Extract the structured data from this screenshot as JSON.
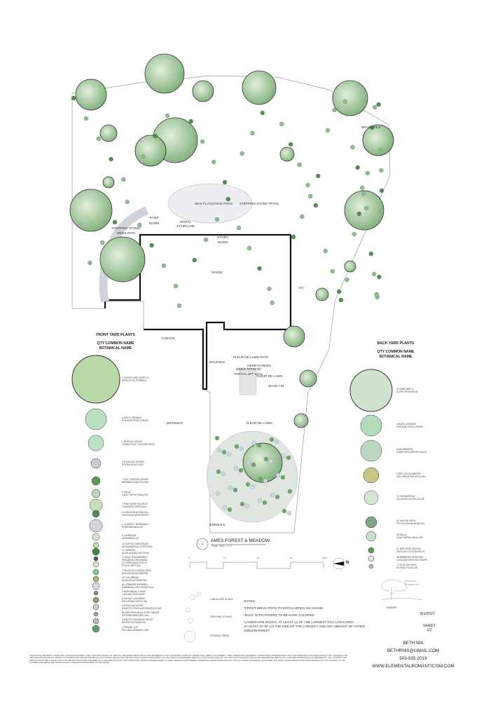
{
  "plan_labels": {
    "house": "HOUSE",
    "garage": "GARAGE",
    "driveway": "DRIVEWAY",
    "walkway": "WALKWAY",
    "sidewalk": "SIDEWALK",
    "patio": "NEW FLAGSTONE PATIO",
    "stepping_paths": "STEPPING STONE PATHS",
    "ramp": "RAMP",
    "ramp2": "DOWN",
    "stepping_moss": "STEPPING STONE/",
    "stepping_moss2": "MOSS PATH",
    "spiral": "SPIRAL",
    "spiral2": "STAIRCASE",
    "stairs": "STAIRS",
    "stairs2": "DOWN",
    "ac": "A/C",
    "brush": "BRUSH PILE",
    "fleur_path": "FLEUR DE LAWN PATH",
    "herb": "HERB GARDEN",
    "fleur1": "FLEUR DE LAWN",
    "quan_yin": "QUAN YIN",
    "brick_patio": "BRICK PATIO W/",
    "brick_patio2": "PARTIAL 3FT WALL",
    "fleur2": "FLEUR DE LAWN"
  },
  "front_yard": {
    "title": "FRONT YARD PLANTS",
    "subtitle1": "QTY  COMMON NAME",
    "subtitle2": "BOTANICAL NAME",
    "items": [
      {
        "common": "1  PACIFIC WAX MYRTLE",
        "botanical": "MYRICA CALIFORNICA",
        "color": "#b9d8a8"
      },
      {
        "common": "1  MOCK ORANGE",
        "botanical": "PHILADELPHUS LEWISII",
        "color": "#b8dfc0"
      },
      {
        "common": "1  BLUE BLOSSOM",
        "botanical": "CEANOTHUS THYRSIFLORUS",
        "color": "#bfe0c4"
      },
      {
        "common": "5  DOUGLAS SPIREA",
        "botanical": "SPIREA DOUGLASII",
        "color": "#c8ccd8"
      },
      {
        "common": "7  TALL OREGON GRAPE",
        "botanical": "BERBERIS AQUIFOLIUM",
        "color": "#5f9a58"
      },
      {
        "common": "5  SALAL",
        "botanical": "GAULTHERIA SHALLON",
        "color": "#b6d7bb"
      },
      {
        "common": "1  PINK HONEYSUCKLE",
        "botanical": "LONICERA HISPIDULA",
        "color": "#c9dfb8"
      },
      {
        "common": "24  OREGON BOXWOOD",
        "botanical": "PAXISTIMA MYRSINITES",
        "color": "#4c8d5a"
      },
      {
        "common": "1  COMPACT ROSEMARY",
        "botanical": "ROSEMARINUS SP.",
        "color": "#d3d6e2"
      },
      {
        "common": "5  LAVENDAR",
        "botanical": "LAVENDULA SP.",
        "color": "#d9e8d4"
      },
      {
        "common": "24  TUFTED HAIRGRASS",
        "botanical": "DESCHAMPSIA CESPITOSA",
        "color": "#c9d6a8"
      },
      {
        "common": "21  YARROW",
        "botanical": "ACHILLEA MILLEFOLIUM",
        "color": "#3f8a3f"
      },
      {
        "common": "72  WILD STRAWBERRY",
        "botanical": "FRAGARIA VIRGINIANA",
        "color": "#555"
      },
      {
        "common": "15  SPREADING PHLOX",
        "botanical": "PHLOX DIFFUSA",
        "color": "#d8e2cf"
      },
      {
        "common": "3  FALSE SOLOMONS SEAL",
        "botanical": "SMILACINA RACEMOSA",
        "color": "#8fc58f"
      },
      {
        "common": "34  COLUMBINE",
        "botanical": "AQUILEGIA FORMOSA",
        "color": "#a9b57a"
      },
      {
        "common": "84  COMMON HAREBELL",
        "botanical": "CAMPANULA ROTUNDIFOLIA",
        "color": "#d8dcea"
      },
      {
        "common": "8  RIVERBANK LUPINE",
        "botanical": "LUPINUS RIVULARIS",
        "color": "#8a8f8a"
      },
      {
        "common": "8  SHOWY MILKWEED",
        "botanical": "ASCLEPIAS SPECIOSA",
        "color": "#8ea36a"
      },
      {
        "common": "8  DOUGLAS ASTER",
        "botanical": "SYMPHYOTRICHUM SUBSPICATUM",
        "color": "#c5d3c5"
      },
      {
        "common": "86  WESTERN BLUE-EYED GRASS",
        "botanical": "SISYRINCHIUM BELLUM",
        "color": "#9aa89a"
      },
      {
        "common": "3  PACIFIC BLEEDING HEART",
        "botanical": "DICENTRA FORMOSA",
        "color": "#b5bcb5"
      },
      {
        "common": "3  FRINGE CUP",
        "botanical": "TELLIMA GRANDIFLORA",
        "color": "#5f9e6a"
      }
    ]
  },
  "back_yard": {
    "title": "BACK YARD PLANTS",
    "subtitle1": "QTY  COMMON NAME",
    "subtitle2": "BOTANICAL NAME",
    "items": [
      {
        "common": "10  VINE MAPLE",
        "botanical": "ACER CIRCINATUM",
        "color": "#cfe3cf"
      },
      {
        "common": "3  MOCK ORANGE",
        "botanical": "PHILADELPHUS LEWISII",
        "color": "#b3dcbc"
      },
      {
        "common": "6  SNOWBERRY",
        "botanical": "SYMPHORICARPOS ALBUS",
        "color": "#bcd8bc"
      },
      {
        "common": "6  RED HUCKLEBERRY",
        "botanical": "VACCINIUM PARVIFOLIUM",
        "color": "#c9c584"
      },
      {
        "common": "11  OCEANSPRAY",
        "botanical": "HOLODISCUS DISCOLOR",
        "color": "#d3e6d6"
      },
      {
        "common": "31  SWORD FERN",
        "botanical": "POLYSTICHUM MUNITUM",
        "color": "#7fa38a"
      },
      {
        "common": "28  SALAL",
        "botanical": "GAULTHERIA SHALLON",
        "color": "#c5e0cc"
      },
      {
        "common": "47  WESTERN FESCUE",
        "botanical": "FESTUCA OCCIDENTALIS",
        "color": "#5e9a4e"
      },
      {
        "common": "46  BERBERIS NERVOSA",
        "botanical": "CASCADE OREGON GRAPE",
        "color": "#d6e6e6"
      },
      {
        "common": "72  BLUE WILDRYE",
        "botanical": "ELYMUS GLAUCUS",
        "color": "#b4b8c4"
      }
    ]
  },
  "title_block": {
    "number": "1",
    "title": "AMES FOREST & MEADOW",
    "scale": "Scale: 3/16\" = 1'-0\"",
    "scale_ticks": [
      "0",
      "10",
      "20",
      "30",
      "40 FT"
    ],
    "north": "N"
  },
  "symbols": {
    "rocks": "LANDSCAPE ROCKS",
    "stepping": "STEPPING STONES",
    "trees": "EXISTING TREES"
  },
  "notes": {
    "heading": "NOTES:",
    "lines": [
      "*FRONT BRICK PATIO TO MATCH BRICK ON HOUSE",
      "*BACK PATIO PAVERS TO BE DARK COLORED",
      "*LANDSCAPE ROCKS: AT LEAST 12 OF THE LARGEST YOU CAN CARRY,",
      "AT LEAST 20 OF 1/3 THE SIZE OF THE LARGEST, AND ANY AMOUNT OF OTHER",
      "SIZES/INTEREST"
    ]
  },
  "logo": {
    "text1": "Elemental",
    "text2": "Romanticism"
  },
  "client": {
    "label": "CLIENT:",
    "date": "8/1/2021",
    "sheet": "SHEET",
    "sheet_num": "1/1",
    "name": "BETH NIX",
    "email": "BETHRNIX@GMAIL.COM",
    "phone": "503-935-2019",
    "website": "WWW.ELEMENTALROMANTICISM.COM"
  },
  "disclaimer": "THE EXISTING PROPERTY CONDITIONS, INCLUDING PROPERTY LINE LOCATIONS SHOWN ON THE PLAN, ARE APPROXIMATE AND DO NOT REPRESENT A FULLY-SURVEYED CONDITION. OWNER SHALL VERIFY ALL PROPERTY LINES, DIMENSIONS, EASEMENTS, AND EXISTING UNDERGROUND UTILITY AND IRRIGATION LOCATIONS PRIOR TO ANY CONSTRUCTION. SERVICES AND ADVICE ARE LIMITED TO PLANNING AND CONCEPTUAL DESIGN OF EXTERIOR SPACES AND HORTICULTURAL CONSULTATION AND DO NOT INCLUDE ANY ENGINEERING SERVICES, STRUCTURAL ANALYSIS, OR CONSTRUCTION DETAILS WHICH MAY REQUIRE THE SERVICE OF A LICENSED PROFESSIONAL AS REQUIRED BY LAW. CONSTRUCTION DETAILS SHOWN ARE CONCEPTUAL IN NATURE AND SHOULD BE CONFIRMED BY A LICENSED ARCHITECT OR CONTRACTOR. OWNER FURTHER AGREES TO HOLD HARMLESS AND INDEMNIFY ELEMENTAL ROMANTICISM FROM ANY AND ALL CLAIMS FOR DAMAGE OR INJURIES, INCLUDING THOSE ARISING FROM THIRD PARTIES IN ANY WAY RELATED TO THE PLANNING AND DESIGN AND HORTICULTURAL CONSULTATION PROVIDED TO THE OWNER."
}
